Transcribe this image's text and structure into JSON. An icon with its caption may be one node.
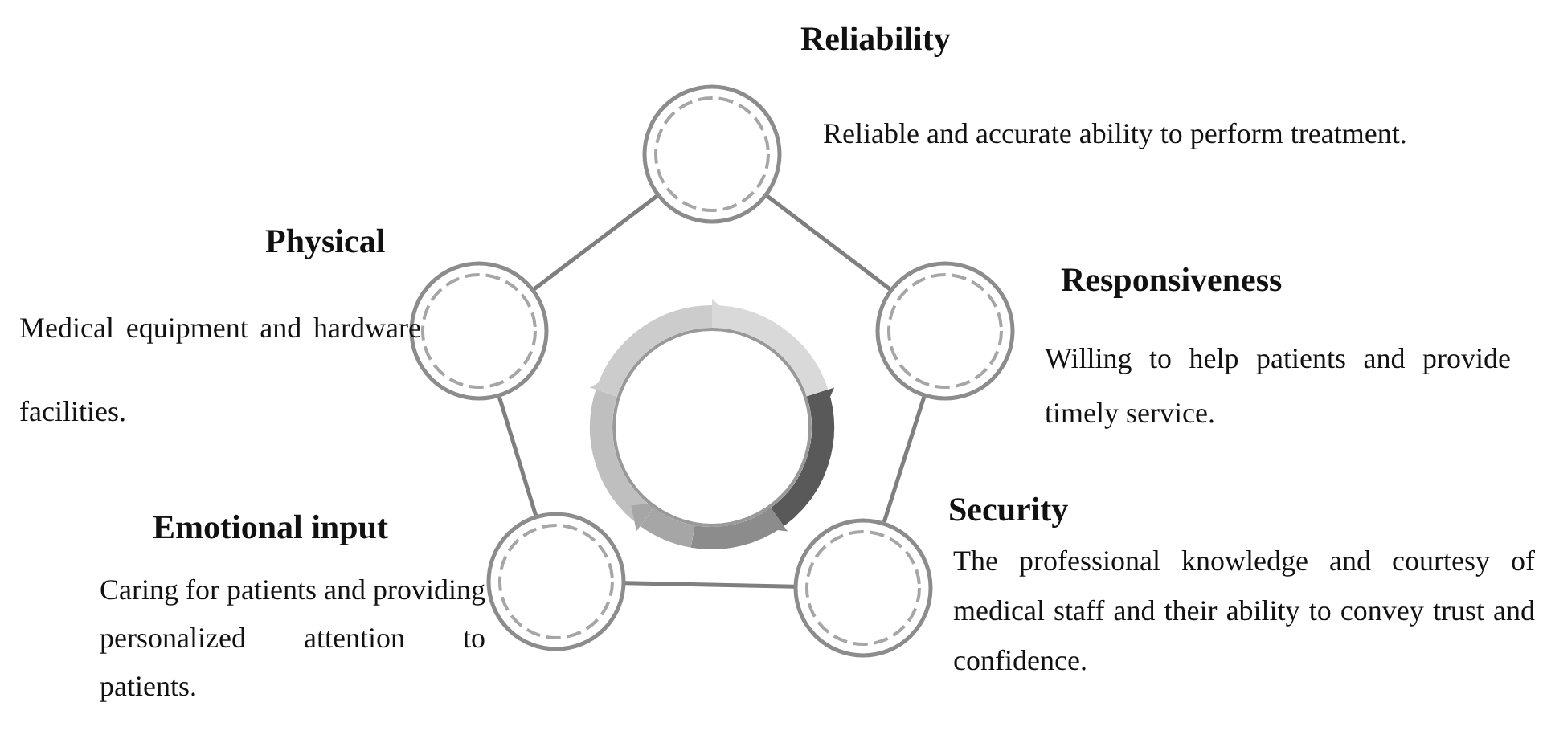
{
  "diagram": {
    "nodes": [
      {
        "text": [],
        "shape": "circle",
        "beside": [
          "Reliability",
          "Reliable and accurate ability to perform treatment."
        ]
      },
      {
        "text": [],
        "shape": "circle",
        "beside": [
          "Physical",
          "Medical equipment and hardware facilities."
        ]
      },
      {
        "text": [],
        "shape": "circle",
        "beside": [
          "Responsiveness",
          "Willing to help patients and provide timely service."
        ]
      },
      {
        "text": [],
        "shape": "circle",
        "beside": [
          "Emotional input",
          "Caring for patients and providing personalized attention to patients."
        ]
      },
      {
        "text": [],
        "shape": "circle",
        "beside": [
          "Security",
          "The professional knowledge and courtesy of medical staff and their ability to convey trust and confidence."
        ]
      }
    ],
    "edges": [
      {
        "from": 0,
        "to": 2,
        "arrow": "none"
      },
      {
        "from": 2,
        "to": 4,
        "arrow": "none"
      },
      {
        "from": 4,
        "to": 3,
        "arrow": "none"
      },
      {
        "from": 3,
        "to": 1,
        "arrow": "none"
      },
      {
        "from": 1,
        "to": 0,
        "arrow": "none"
      }
    ]
  }
}
